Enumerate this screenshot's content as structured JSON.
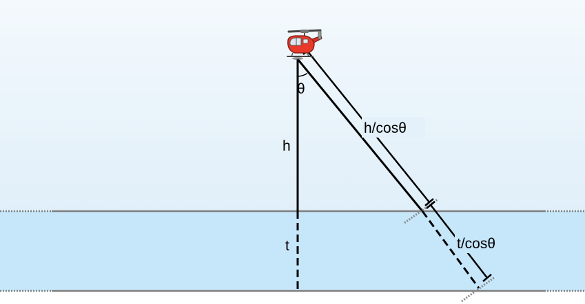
{
  "labels": {
    "theta": "θ",
    "h": "h",
    "t": "t",
    "h_over_cos": "h/cosθ",
    "t_over_cos": "t/cosθ"
  },
  "colors": {
    "sky": "#e3f1fb",
    "water": "#c6e6fa",
    "surface_line": "#7f7f7f",
    "line": "#000000",
    "helicopter_body": "#e8392a"
  },
  "icons": [
    "helicopter-icon"
  ]
}
